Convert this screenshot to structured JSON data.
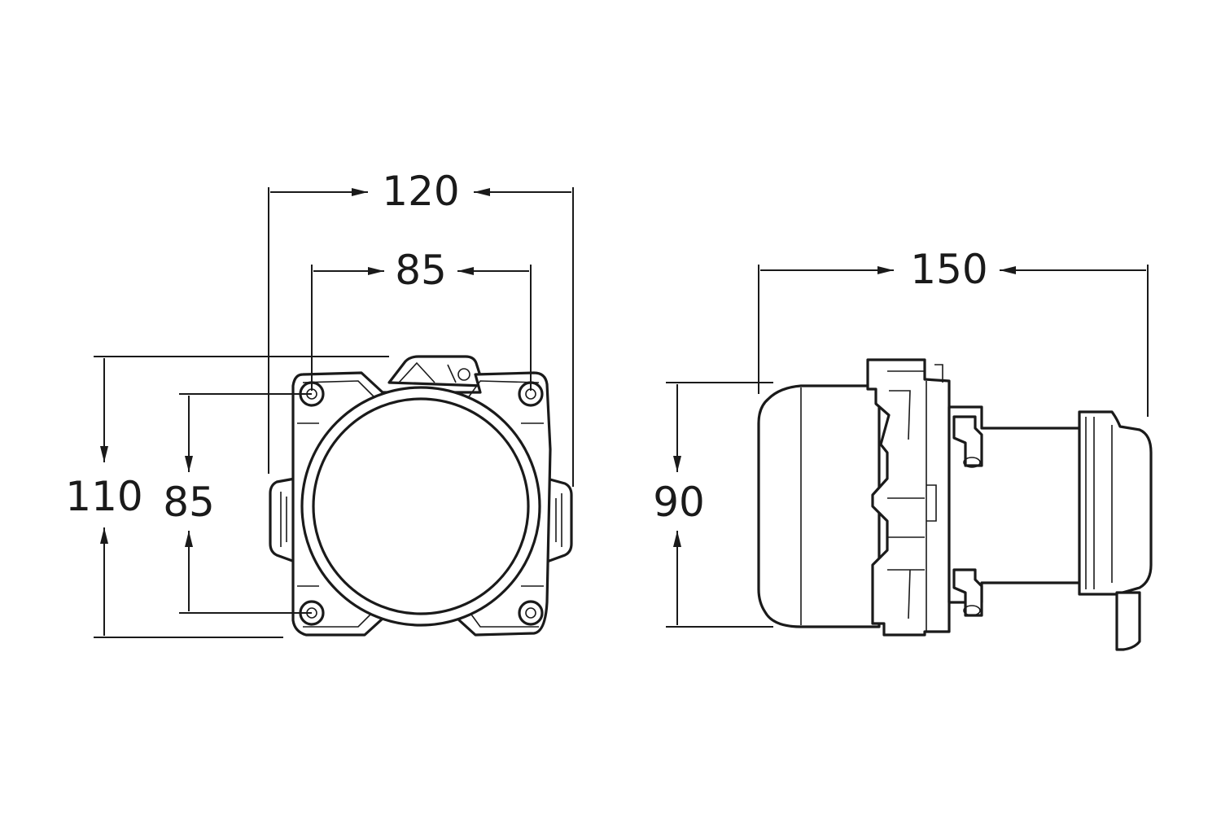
{
  "dimensions": {
    "front_width_outer": "120",
    "front_width_holes": "85",
    "front_height_outer": "110",
    "front_height_holes": "85",
    "side_length": "150",
    "side_height": "90"
  }
}
